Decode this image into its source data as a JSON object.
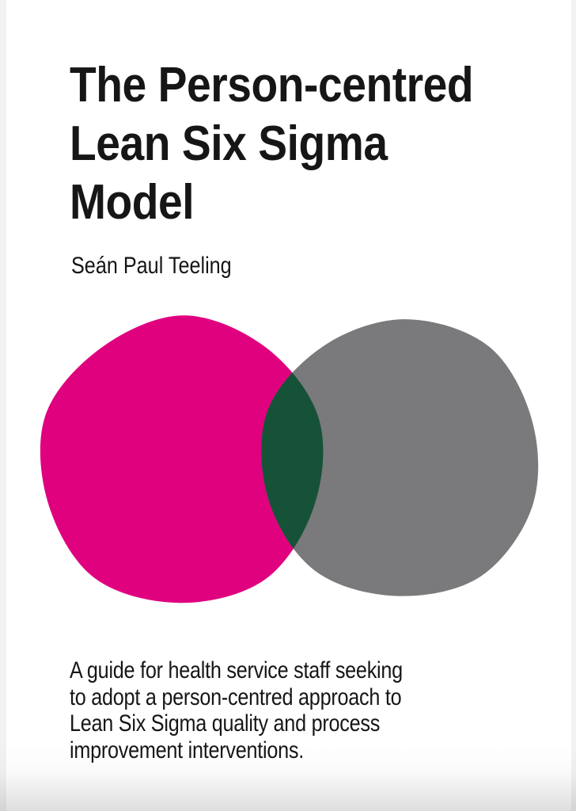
{
  "page": {
    "background": "#ffffff",
    "edge_color": "#f2f2f3",
    "text_color": "#161616"
  },
  "title": {
    "lines": [
      "The Person-centred",
      "Lean Six Sigma",
      "Model"
    ]
  },
  "author": "Seán Paul Teeling",
  "description": {
    "lines": [
      "A guide for health service staff seeking",
      "to adopt a person-centred approach to",
      "Lean Six Sigma quality and process",
      "improvement interventions."
    ]
  },
  "venn": {
    "left_circle_color": "#e0017f",
    "right_circle_color": "#7a797c",
    "overlap_color": "#165238"
  }
}
